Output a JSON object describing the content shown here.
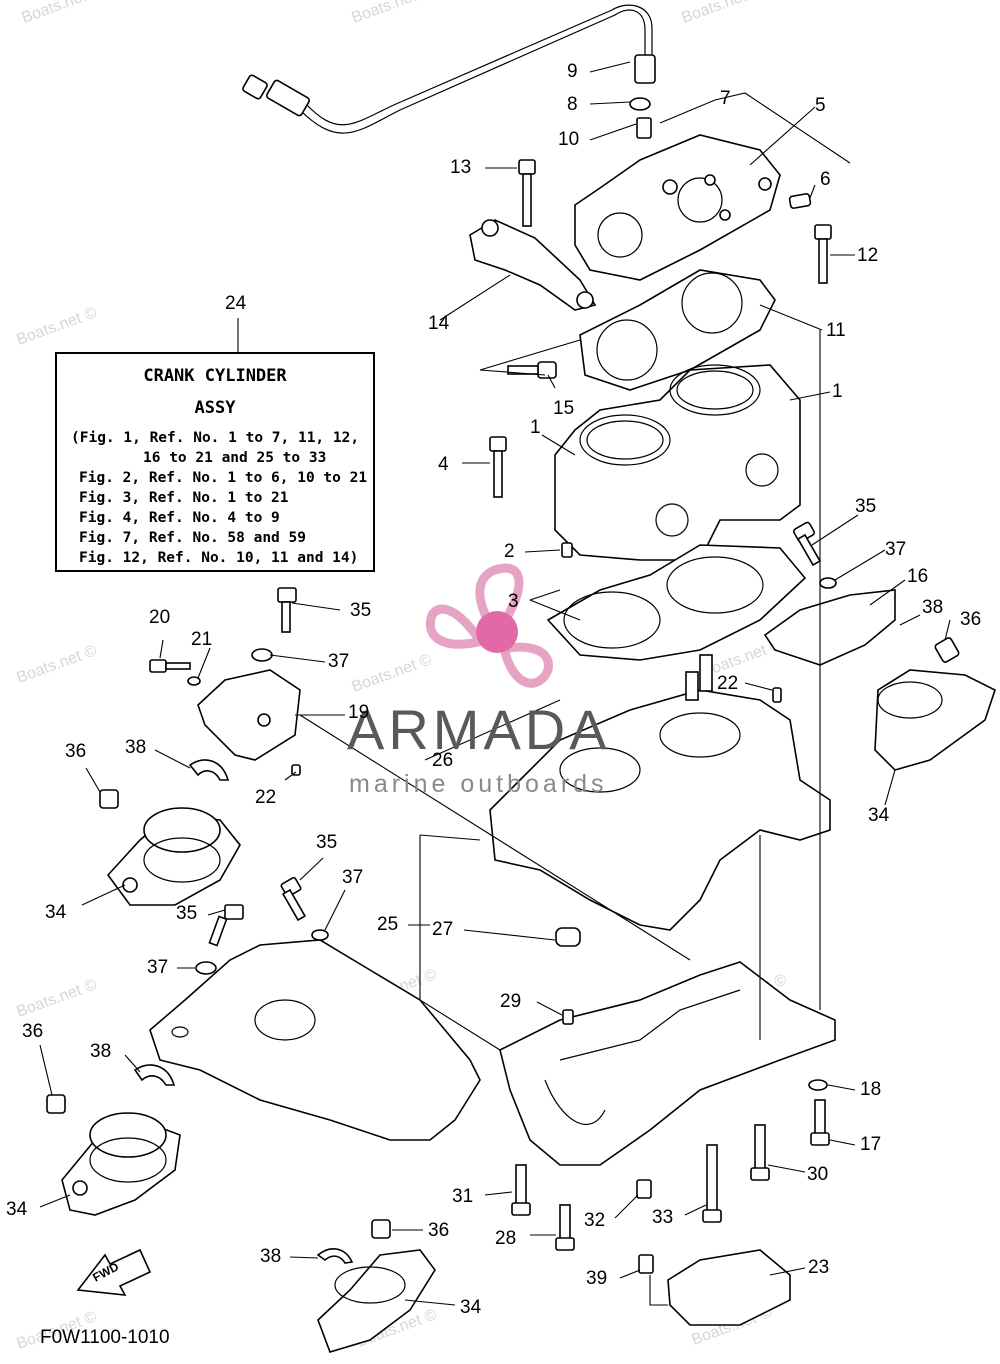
{
  "legend": {
    "ref": "24",
    "title_line1": "CRANK CYLINDER",
    "title_line2": "ASSY",
    "lines": [
      "(Fig. 1, Ref. No. 1 to 7, 11, 12,",
      "16 to 21 and 25 to 33",
      "Fig. 2, Ref. No. 1 to 6, 10 to 21",
      "Fig. 3, Ref. No. 1 to 21",
      "Fig. 4, Ref. No. 4 to 9",
      "Fig. 7, Ref. No. 58 and 59",
      "Fig. 12, Ref. No. 10, 11 and 14)"
    ]
  },
  "callouts": [
    "9",
    "8",
    "7",
    "5",
    "10",
    "6",
    "13",
    "12",
    "14",
    "11",
    "15",
    "1",
    "1",
    "4",
    "2",
    "35",
    "37",
    "16",
    "3",
    "38",
    "36",
    "20",
    "35",
    "21",
    "37",
    "19",
    "22",
    "22",
    "36",
    "38",
    "26",
    "34",
    "34",
    "35",
    "37",
    "25",
    "27",
    "35",
    "37",
    "29",
    "36",
    "38",
    "18",
    "17",
    "30",
    "31",
    "32",
    "33",
    "28",
    "34",
    "36",
    "38",
    "34",
    "39",
    "23"
  ],
  "brand": {
    "name": "ARMADA",
    "tagline": "marine outboards",
    "logo_color": "#e6a3c3",
    "logo_hub_color": "#e16aa6"
  },
  "watermark": "Boats.net ©",
  "figure_code": "F0W1100-1010",
  "direction_label": "FWD"
}
